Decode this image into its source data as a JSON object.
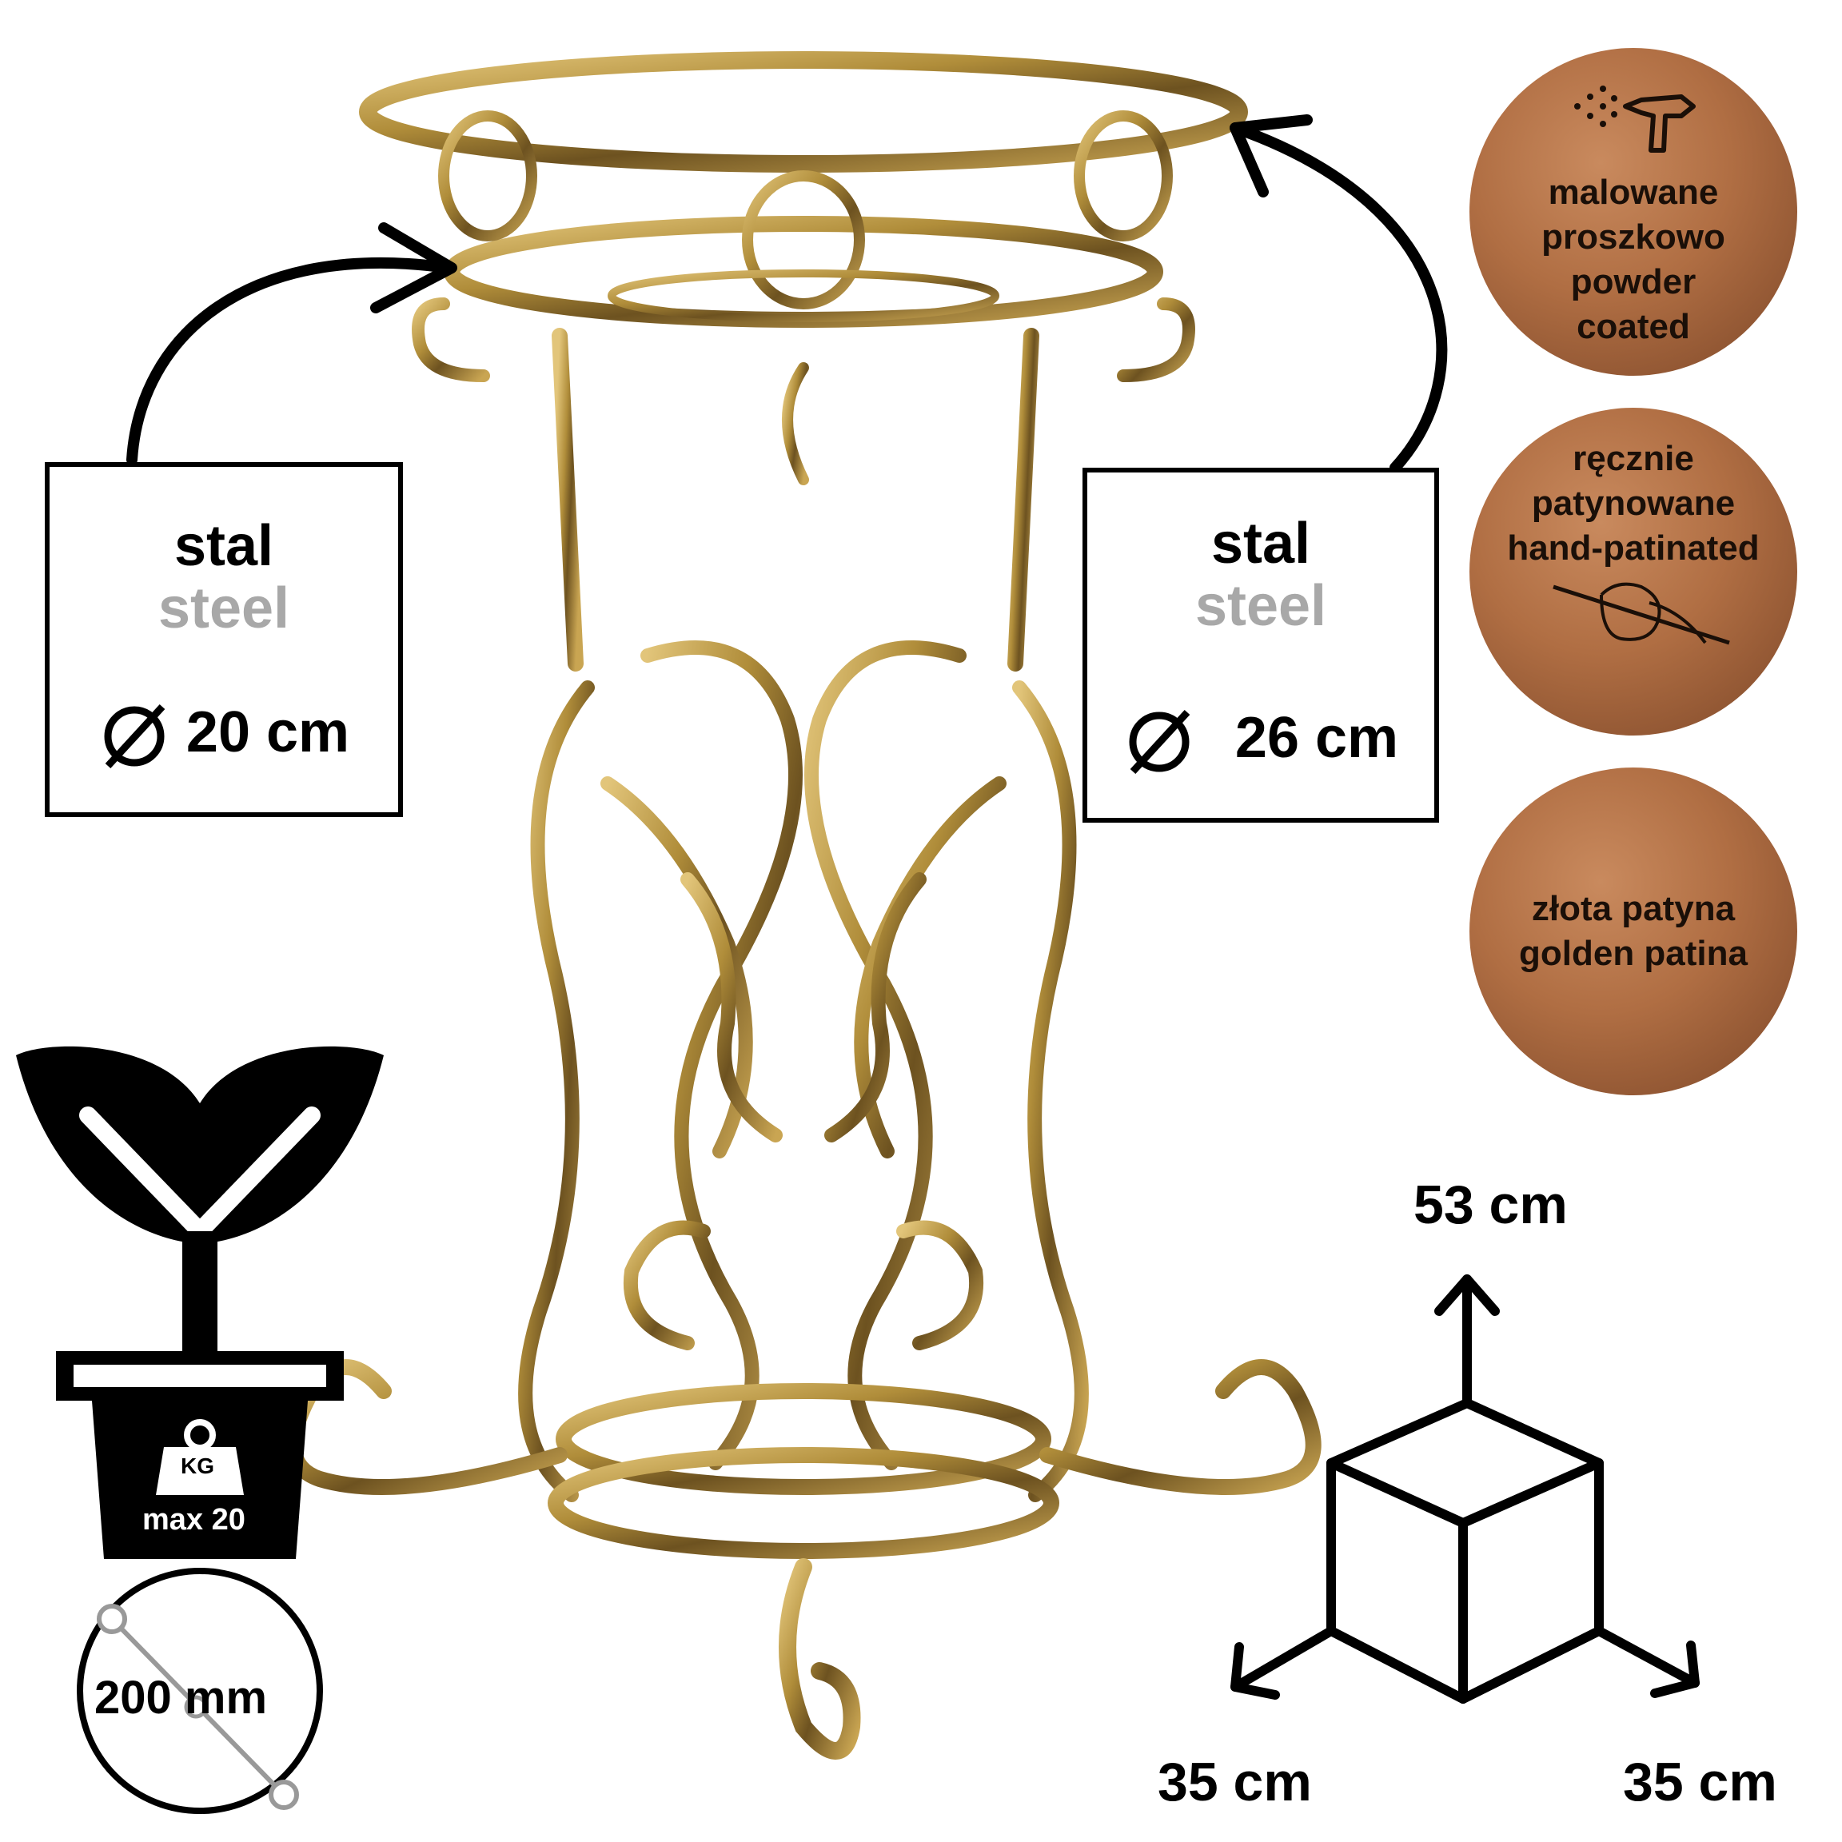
{
  "left_label": {
    "pl": "stal",
    "en": "steel",
    "diameter": "20 cm"
  },
  "right_label": {
    "pl": "stal",
    "en": "steel",
    "diameter": "26 cm"
  },
  "badges": [
    {
      "lines": [
        "malowane",
        "proszkowo",
        "powder",
        "coated"
      ],
      "icon": "spray-gun-icon"
    },
    {
      "lines": [
        "ręcznie",
        "patynowane",
        "hand-patinated"
      ],
      "icon": "hand-brush-icon"
    },
    {
      "lines": [
        "złota patyna",
        "golden patina"
      ],
      "icon": ""
    }
  ],
  "load": {
    "unit": "KG",
    "text": "max 20",
    "icon": "plant-pot-icon"
  },
  "pot_size": {
    "text": "200 mm",
    "icon": "diameter-circle-icon"
  },
  "dimensions": {
    "height": "53 cm",
    "width": "35 cm",
    "depth": "35 cm",
    "icon": "cube-icon"
  },
  "colors": {
    "metal": "#b08d3a",
    "metal_dark": "#3a2a10",
    "badge": "#b06e43"
  }
}
